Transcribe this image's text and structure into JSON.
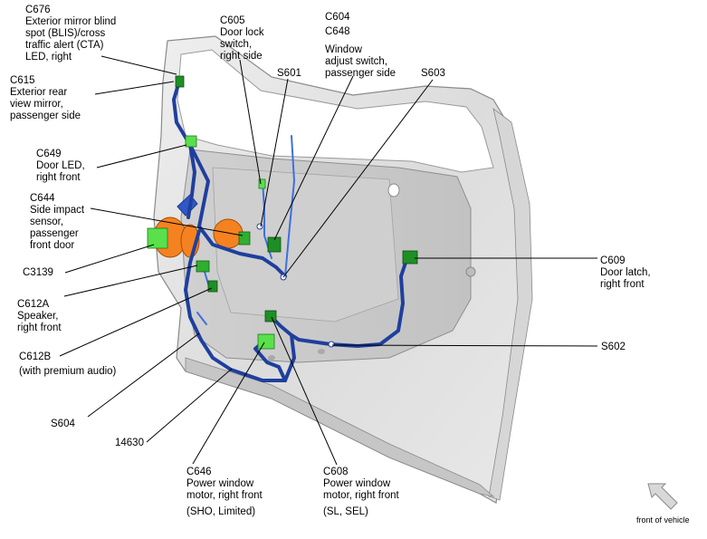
{
  "labels": {
    "c676": [
      "C676",
      "Exterior mirror blind",
      "spot (BLIS)/cross",
      "traffic alert (CTA)",
      "LED, right"
    ],
    "c615": [
      "C615",
      "Exterior rear",
      "view mirror,",
      "passenger side"
    ],
    "c605": [
      "C605",
      "Door lock",
      "switch,",
      "right side"
    ],
    "c604": [
      "C604",
      "C648",
      "Window",
      "adjust switch,",
      "passenger side"
    ],
    "s601": "S601",
    "s603": "S603",
    "c649": [
      "C649",
      "Door LED,",
      "right front"
    ],
    "c644": [
      "C644",
      "Side impact",
      "sensor,",
      "passenger",
      "front door"
    ],
    "c3139": "C3139",
    "c612a": [
      "C612A",
      "Speaker,",
      "right front"
    ],
    "c612b": [
      "C612B",
      "(with premium audio)"
    ],
    "s604": "S604",
    "n14630": "14630",
    "c609": [
      "C609",
      "Door latch,",
      "right front"
    ],
    "s602": "S602",
    "c646": [
      "C646",
      "Power window",
      "motor, right front",
      "(SHO, Limited)"
    ],
    "c608": [
      "C608",
      "Power window",
      "motor, right front",
      "(SL, SEL)"
    ],
    "front": "front of vehicle"
  },
  "colors": {
    "door_body": "#e4e4e4",
    "door_inner": "#c9c9c9",
    "harness": "#1f3f9e",
    "connector": "#2fae2f",
    "sensor": "#f58220"
  },
  "icons": [
    "front-of-vehicle-arrow-icon"
  ]
}
